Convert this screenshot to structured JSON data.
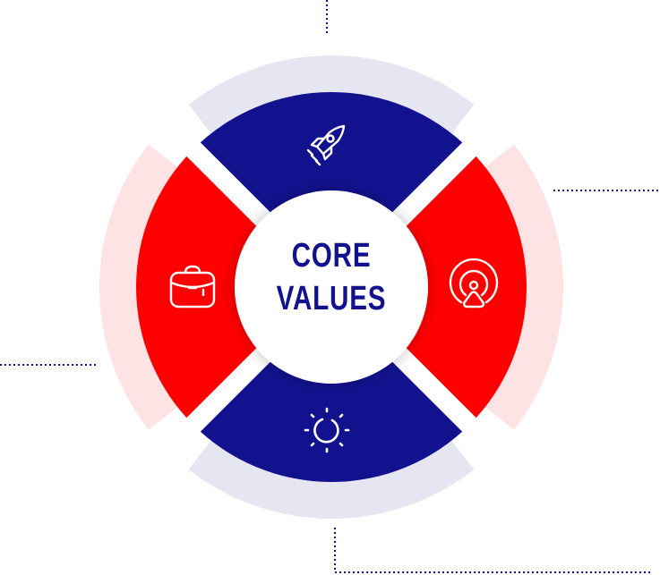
{
  "title": {
    "line1": "CORE",
    "line2": "VALUES"
  },
  "segments": [
    {
      "position": "top",
      "icon": "rocket-icon",
      "color": "#12128f",
      "ring_color": "#e6e6f3"
    },
    {
      "position": "right",
      "icon": "broadcast-user-icon",
      "color": "#ff0000",
      "ring_color": "#fde3e3"
    },
    {
      "position": "bottom",
      "icon": "sun-icon",
      "color": "#12128f",
      "ring_color": "#e6e6f3"
    },
    {
      "position": "left",
      "icon": "briefcase-icon",
      "color": "#ff0000",
      "ring_color": "#fde3e3"
    }
  ],
  "connector_color": "#12128f"
}
